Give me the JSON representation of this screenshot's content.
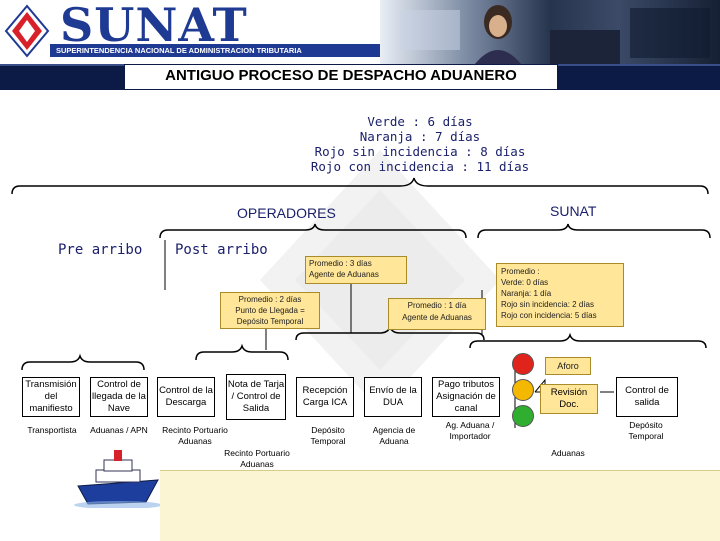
{
  "header": {
    "brand_name": "SUNAT",
    "brand_subtitle": "SUPERINTENDENCIA NACIONAL DE ADMINISTRACION TRIBUTARIA"
  },
  "title": "ANTIGUO PROCESO DE DESPACHO ADUANERO",
  "legend": [
    "Verde  :  6 días",
    "Naranja  : 7 días",
    "Rojo sin incidencia : 8 días",
    "Rojo con incidencia : 11 días"
  ],
  "groups": {
    "operadores": "OPERADORES",
    "sunat": "SUNAT",
    "pre_arribo": "Pre arribo",
    "post_arribo": "Post arribo"
  },
  "notes": {
    "agente": "Promedio : 3 días\nAgente de Aduanas",
    "punto": "Promedio : 2 días\nPunto de Llegada =\nDepósito Temporal",
    "agente1": "Promedio : 1 día\nAgente de Aduanas",
    "sunat": "Promedio :\nVerde: 0 días\nNaranja: 1 día\nRojo sin incidencia: 2 días\nRojo con incidencia: 5 días"
  },
  "steps": [
    {
      "label": "Transmisión del manifiesto"
    },
    {
      "label": "Control de llegada de la Nave"
    },
    {
      "label": "Control de la Descarga"
    },
    {
      "label": "Nota de Tarja / Control de Salida"
    },
    {
      "label": "Recepción Carga ICA"
    },
    {
      "label": "Envío de la DUA"
    },
    {
      "label": "Pago tributos Asignación de canal"
    },
    {
      "label": "Revisión Doc."
    },
    {
      "label": "Control de salida"
    }
  ],
  "aforo": "Aforo",
  "actors": {
    "transportista": "Transportista",
    "aduanas_apn": "Aduanas / APN",
    "recinto1": "Recinto Portuario\nAduanas",
    "recinto2": "Recinto Portuario\nAduanas",
    "deposito1": "Depósito\nTemporal",
    "agencia": "Agencia de\nAduana",
    "ag_aduana": "Ag. Aduana /\nImportador",
    "aduanas": "Aduanas",
    "deposito2": "Depósito\nTemporal"
  },
  "colors": {
    "navy": "#0c1b45",
    "brand_blue": "#1f3a93",
    "note_yellow": "#ffe699",
    "light_red": "#e0241b",
    "light_amber": "#f5b800",
    "light_green": "#2fae2f"
  }
}
